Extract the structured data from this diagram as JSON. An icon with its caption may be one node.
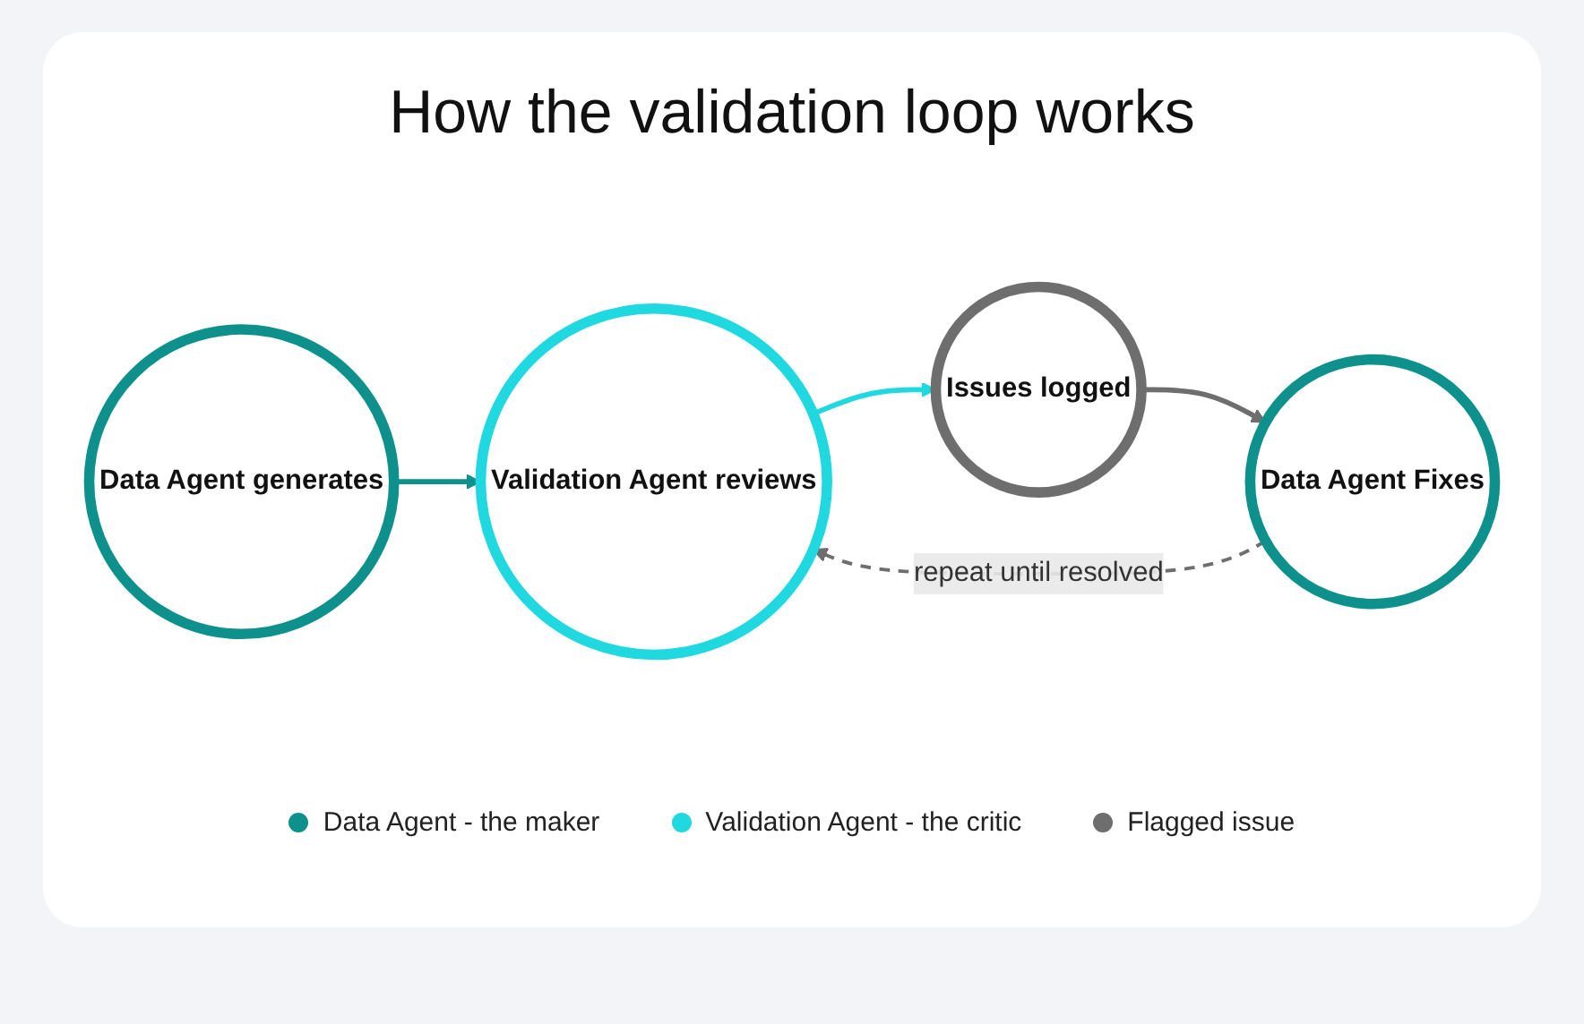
{
  "diagram": {
    "title": "How the validation loop works",
    "nodes": [
      {
        "text": [
          "Data Agent generates"
        ]
      },
      {
        "text": [
          "Validation Agent reviews"
        ]
      },
      {
        "text": [
          "Issues logged"
        ]
      },
      {
        "text": [
          "Data Agent Fixes"
        ]
      }
    ],
    "edges": [
      {
        "from": 0,
        "to": 1,
        "arrow": "to",
        "color": "#0e918c"
      },
      {
        "from": 1,
        "to": 2,
        "arrow": "to",
        "color": "#1fd8e0"
      },
      {
        "from": 2,
        "to": 3,
        "arrow": "to"
      },
      {
        "from": 3,
        "to": 1,
        "arrow": "to",
        "label": "repeat until resolved",
        "style": "dashed"
      }
    ],
    "legend": [
      {
        "text": "Data Agent - the maker",
        "color": "#0e918c"
      },
      {
        "text": "Validation Agent - the critic",
        "color": "#1fd8e0"
      },
      {
        "text": "Flagged issue",
        "color": "#6e6e6e"
      }
    ]
  }
}
